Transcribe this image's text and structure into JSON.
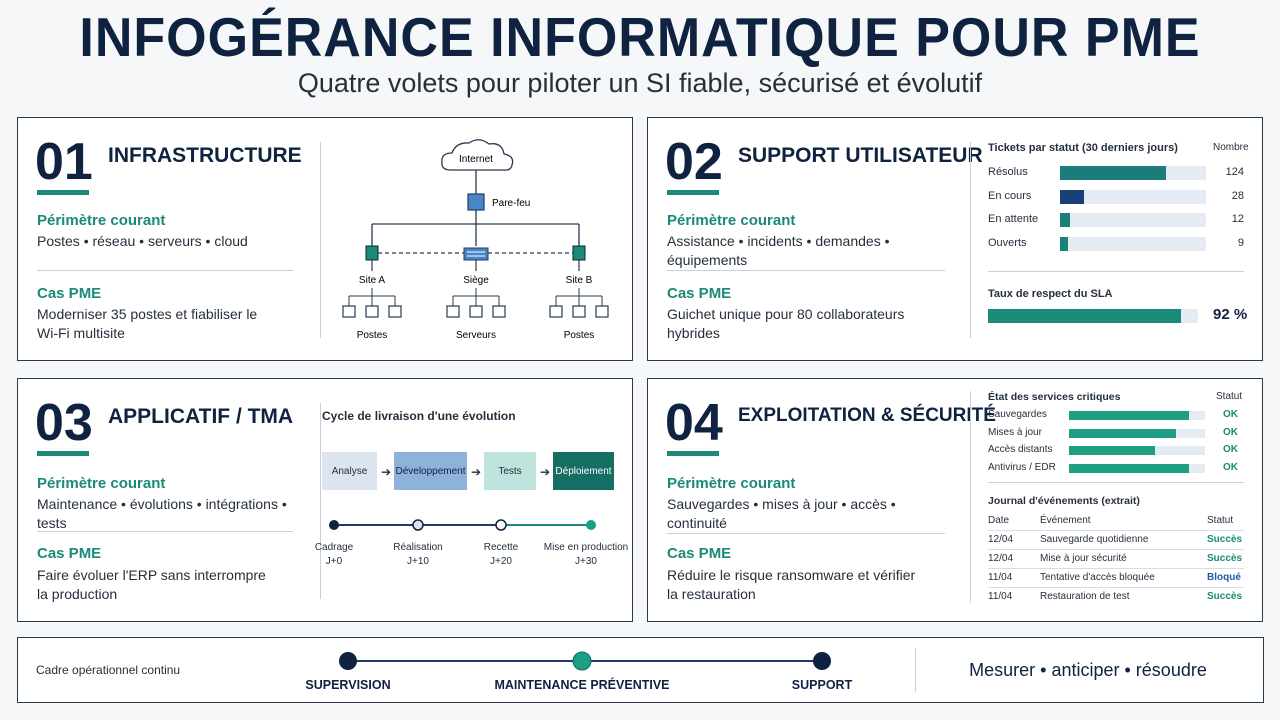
{
  "header": {
    "title": "INFOGÉRANCE INFORMATIQUE POUR PME",
    "subtitle": "Quatre volets pour piloter un SI fiable, sécurisé et évolutif"
  },
  "colors": {
    "navy": "#0f2240",
    "teal": "#1b8a78",
    "blue": "#1f5aa6",
    "light": "#e4ebf2"
  },
  "panel1": {
    "number": "01",
    "title": "INFRASTRUCTURE",
    "scope_heading": "Périmètre courant",
    "scope_text": "Postes • réseau • serveurs • cloud",
    "case_heading": "Cas PME",
    "case_text": "Moderniser 35 postes et fiabiliser le Wi-Fi multisite",
    "diagram": {
      "cloud": "Internet",
      "firewall": "Pare-feu",
      "site_a": "Site A",
      "hq": "Siège",
      "site_b": "Site B",
      "postes_a": "Postes",
      "servers": "Serveurs",
      "postes_b": "Postes"
    }
  },
  "panel2": {
    "number": "02",
    "title": "SUPPORT UTILISATEUR",
    "scope_heading": "Périmètre courant",
    "scope_text": "Assistance • incidents • demandes • équipements",
    "case_heading": "Cas PME",
    "case_text": "Guichet unique pour 80 collaborateurs hybrides",
    "chart_data": {
      "type": "bar",
      "title": "Tickets par statut (30 derniers jours)",
      "value_header": "Nombre",
      "categories": [
        "Résolus",
        "En cours",
        "En attente",
        "Ouverts"
      ],
      "values": [
        124,
        28,
        12,
        9
      ],
      "xlim": [
        0,
        170
      ]
    },
    "sla": {
      "title": "Taux de respect du SLA",
      "value": 92,
      "label": "92 %"
    }
  },
  "panel3": {
    "number": "03",
    "title": "APPLICATIF / TMA",
    "scope_heading": "Périmètre courant",
    "scope_text": "Maintenance • évolutions • intégrations • tests",
    "case_heading": "Cas PME",
    "case_text": "Faire évoluer l'ERP sans interrompre la production",
    "cycle_title": "Cycle de livraison d'une évolution",
    "stages": [
      "Analyse",
      "Développement",
      "Tests",
      "Déploiement"
    ],
    "milestones": [
      {
        "name": "Cadrage",
        "day": "J+0"
      },
      {
        "name": "Réalisation",
        "day": "J+10"
      },
      {
        "name": "Recette",
        "day": "J+20"
      },
      {
        "name": "Mise en production",
        "day": "J+30"
      }
    ]
  },
  "panel4": {
    "number": "04",
    "title": "EXPLOITATION & SÉCURITÉ",
    "scope_heading": "Périmètre courant",
    "scope_text": "Sauvegardes • mises à jour • accès • continuité",
    "case_heading": "Cas PME",
    "case_text": "Réduire le risque ransomware et vérifier la restauration",
    "services_title": "État des services critiques",
    "services_status_header": "Statut",
    "services": [
      {
        "name": "Sauvegardes",
        "level": 0.88,
        "status": "OK"
      },
      {
        "name": "Mises à jour",
        "level": 0.79,
        "status": "OK"
      },
      {
        "name": "Accès distants",
        "level": 0.63,
        "status": "OK"
      },
      {
        "name": "Antivirus / EDR",
        "level": 0.88,
        "status": "OK"
      }
    ],
    "log_title": "Journal d'événements (extrait)",
    "log_headers": {
      "date": "Date",
      "event": "Événement",
      "status": "Statut"
    },
    "log": [
      {
        "date": "12/04",
        "event": "Sauvegarde quotidienne",
        "status": "Succès"
      },
      {
        "date": "12/04",
        "event": "Mise à jour sécurité",
        "status": "Succès"
      },
      {
        "date": "11/04",
        "event": "Tentative d'accès bloquée",
        "status": "Bloqué"
      },
      {
        "date": "11/04",
        "event": "Restauration de test",
        "status": "Succès"
      }
    ]
  },
  "footer": {
    "label": "Cadre opérationnel continu",
    "steps": [
      "SUPERVISION",
      "MAINTENANCE PRÉVENTIVE",
      "SUPPORT"
    ],
    "motto": "Mesurer • anticiper • résoudre"
  }
}
